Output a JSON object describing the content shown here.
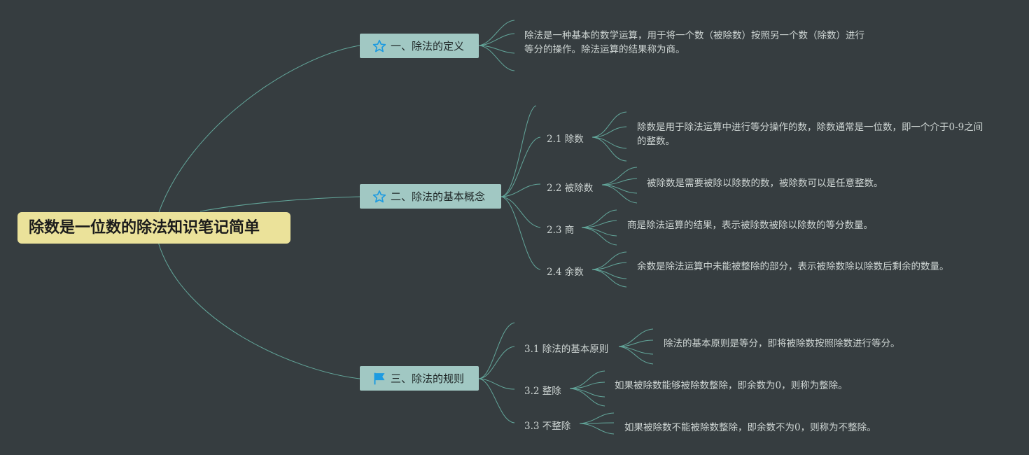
{
  "root": {
    "title": "除数是一位数的除法知识笔记简单"
  },
  "branches": [
    {
      "label": "一、除法的定义",
      "icon": "star-icon",
      "leaf": "除法是一种基本的数学运算，用于将一个数（被除数）按照另一个数（除数）进行等分的操作。除法运算的结果称为商。"
    },
    {
      "label": "二、除法的基本概念",
      "icon": "star-icon",
      "children": [
        {
          "label": "2.1 除数",
          "leaf": "除数是用于除法运算中进行等分操作的数，除数通常是一位数，即一个介于0-9之间的整数。"
        },
        {
          "label": "2.2 被除数",
          "leaf": "被除数是需要被除以除数的数，被除数可以是任意整数。"
        },
        {
          "label": "2.3 商",
          "leaf": "商是除法运算的结果，表示被除数被除以除数的等分数量。"
        },
        {
          "label": "2.4 余数",
          "leaf": "余数是除法运算中未能被整除的部分，表示被除数除以除数后剩余的数量。"
        }
      ]
    },
    {
      "label": "三、除法的规则",
      "icon": "flag-icon",
      "children": [
        {
          "label": "3.1 除法的基本原则",
          "leaf": "除法的基本原则是等分，即将被除数按照除数进行等分。"
        },
        {
          "label": "3.2 整除",
          "leaf": "如果被除数能够被除数整除，即余数为0，则称为整除。"
        },
        {
          "label": "3.3 不整除",
          "leaf": "如果被除数不能被除数整除，即余数不为0，则称为不整除。"
        }
      ]
    }
  ],
  "colors": {
    "background": "#363d40",
    "root_fill": "#ebe29a",
    "branch_fill": "#a1c8c3",
    "connector": "#63a79b",
    "icon_accent": "#1e9be0"
  }
}
